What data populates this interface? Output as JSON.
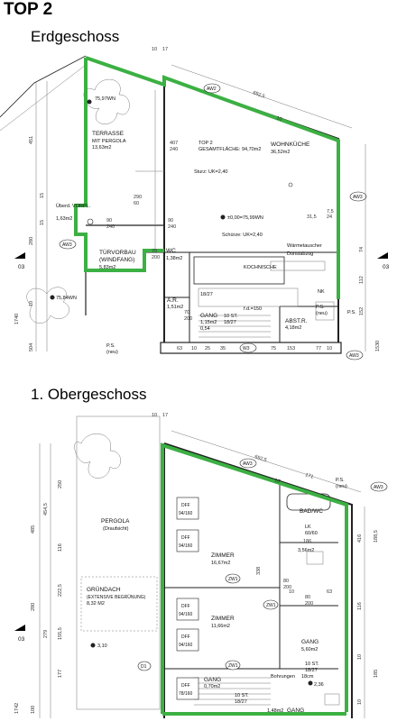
{
  "page": {
    "title": "TOP 2"
  },
  "ground_floor": {
    "title": "Erdgeschoss",
    "rooms": {
      "terrasse": {
        "name": "TERRASSE",
        "sub": "MIT PERGOLA",
        "area": "13,63m2"
      },
      "top": {
        "name": "TOP 2",
        "total": "GESAMTFLÄCHE: 94,70m2"
      },
      "kitchen": {
        "name": "WOHNKÜCHE",
        "area": "36,52m2"
      },
      "vorplatz": {
        "name": "Überd. VORPL.",
        "area": "1,63m2"
      },
      "windfang": {
        "name": "TÜRVORBAU",
        "sub": "(WINDFANG)",
        "area": "5,83m2"
      },
      "wc": {
        "name": "WC",
        "area": "1,38m2"
      },
      "ar": {
        "name": "A.R.",
        "area": "1,51m2"
      },
      "gang": {
        "name": "GANG",
        "area": "1,15m2"
      },
      "abst": {
        "name": "ABST.R.",
        "area": "4,18m2"
      }
    },
    "labels": {
      "level_terrace": "75,97WN",
      "level_floor": "±0,00=75,99WN",
      "level_ground": "75,84WN",
      "sturz": "Sturz: UK=2,40",
      "schuerze": "Schürze: UK=2,40",
      "heat": "Wärmetauscher",
      "hood": "Dunstabzug",
      "kochnische": "KOCHNISCHE",
      "stairs": "10 ST.",
      "stair_ratio": "18/27",
      "stair_ratio2": "18/27",
      "nk": "NK",
      "ps": "P.S.",
      "ps_sub": "(neu)",
      "ps2": "P.S.",
      "ps2_sub": "(neu)",
      "ps3": "P.S.",
      "value_054": "0,54",
      "value_fd": "f.d.=150",
      "section": "03",
      "section_right": "03"
    },
    "tags": {
      "aw2": "AW2",
      "aw3": "AW3",
      "aw3b": "AW3",
      "w3": "W3",
      "aw3c": "AW3"
    },
    "dims": {
      "top_overall": "692,5",
      "d10a": "10",
      "d17": "17",
      "d407": "407",
      "d240": "240",
      "d90a": "90",
      "d240b": "240",
      "d90b": "90",
      "d240c": "240",
      "d70a": "70",
      "d200a": "200",
      "d70b": "70",
      "d200b": "200",
      "d315": "31,5",
      "d75": "7,5",
      "d24": "24",
      "d290": "290",
      "d60": "60",
      "d451": "451",
      "d15": "15",
      "d15b": "15",
      "d280": "280",
      "d1740": "1740",
      "d10b": "10",
      "d504": "504",
      "d1530": "1530",
      "d152": "152",
      "d112": "112",
      "d74": "74",
      "d63": "63",
      "d10c": "10",
      "d25": "25",
      "d35": "35",
      "d75b": "75",
      "d153": "153",
      "d77": "77",
      "d10d": "10",
      "d10e": "10"
    }
  },
  "upper_floor": {
    "title": "1. Obergeschoss",
    "rooms": {
      "pergola": {
        "name": "PERGOLA",
        "sub": "(Draufsicht)"
      },
      "gruendach": {
        "name": "GRÜNDACH",
        "sub": "(EXTENSIVE BEGRÜNUNG)",
        "area": "8,32 M2"
      },
      "zimmer1": {
        "name": "ZIMMER",
        "area": "16,67m2"
      },
      "zimmer2": {
        "name": "ZIMMER",
        "area": "11,66m2"
      },
      "badwc": {
        "name": "BAD/WC"
      },
      "lk": {
        "name": "LK",
        "size": "60/60"
      },
      "bath_area": {
        "area": "3,56m2"
      },
      "gang_mid": {
        "name": "GANG",
        "area": "5,60m2"
      },
      "gang_bottom": {
        "name": "GANG",
        "area": "0,70m2"
      },
      "gang_right": {
        "name": "GANG",
        "area": "1,48m2"
      }
    },
    "labels": {
      "level": "3,10",
      "bohrungen": "Bohrungen",
      "bohr_size": "18cm",
      "value_236": "2,36",
      "stairs": "10 ST.",
      "stair_ratio": "18/27",
      "stair_ratio2": "18/27",
      "stairs2": "10 ST.",
      "section": "03",
      "ps": "P.S.",
      "ps_sub": "(neu)"
    },
    "tags": {
      "aw3a": "AW3",
      "aw3b": "AW3",
      "zw1a": "ZW1",
      "zw1b": "ZW1",
      "zw1c": "ZW1",
      "d1": "D1"
    },
    "windows": [
      "DFF",
      "94/160",
      "DFF",
      "94/160",
      "DFF",
      "94/160",
      "DFF",
      "94/160",
      "DFF",
      "78/160"
    ],
    "dims": {
      "top_overall": "692,5",
      "d10a": "10",
      "d17": "17",
      "d171": "171",
      "d10b": "10",
      "d250": "250",
      "d454": "454,5",
      "d485": "485",
      "d116": "116",
      "d222": "222,5",
      "d280": "280",
      "d155": "155,5",
      "d279": "279",
      "d177": "177",
      "d1742": "1742",
      "d100": "100",
      "d338": "338",
      "d80": "80",
      "d200": "200",
      "d80b": "80",
      "d200b": "200",
      "d186": "186",
      "d10c": "10",
      "d63": "63",
      "d416": "416",
      "d188": "188,5",
      "d116b": "116",
      "d185": "185",
      "d10d": "10",
      "d10e": "10"
    }
  }
}
